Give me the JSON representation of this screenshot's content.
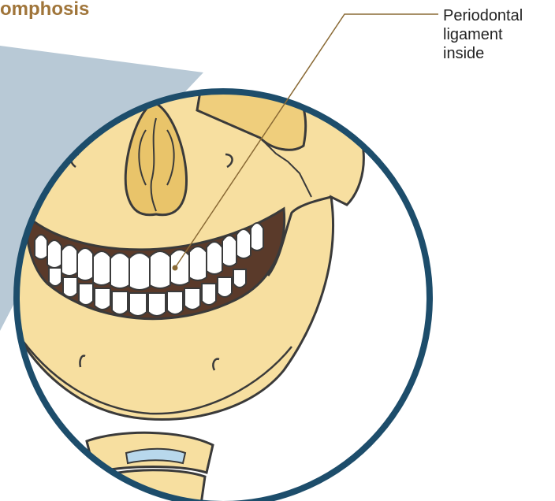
{
  "title": "omphosis",
  "callout": {
    "lines": [
      "Periodontal",
      "ligament",
      "inside"
    ]
  },
  "colors": {
    "title": "#a0753a",
    "bone": "#f7dfa0",
    "bone_shadow": "#e9c46a",
    "outline": "#3a3a3a",
    "ring": "#1d4d6b",
    "zoom_beam": "#b8c9d6",
    "leader": "#8a6a35",
    "teeth": "#ffffff"
  }
}
